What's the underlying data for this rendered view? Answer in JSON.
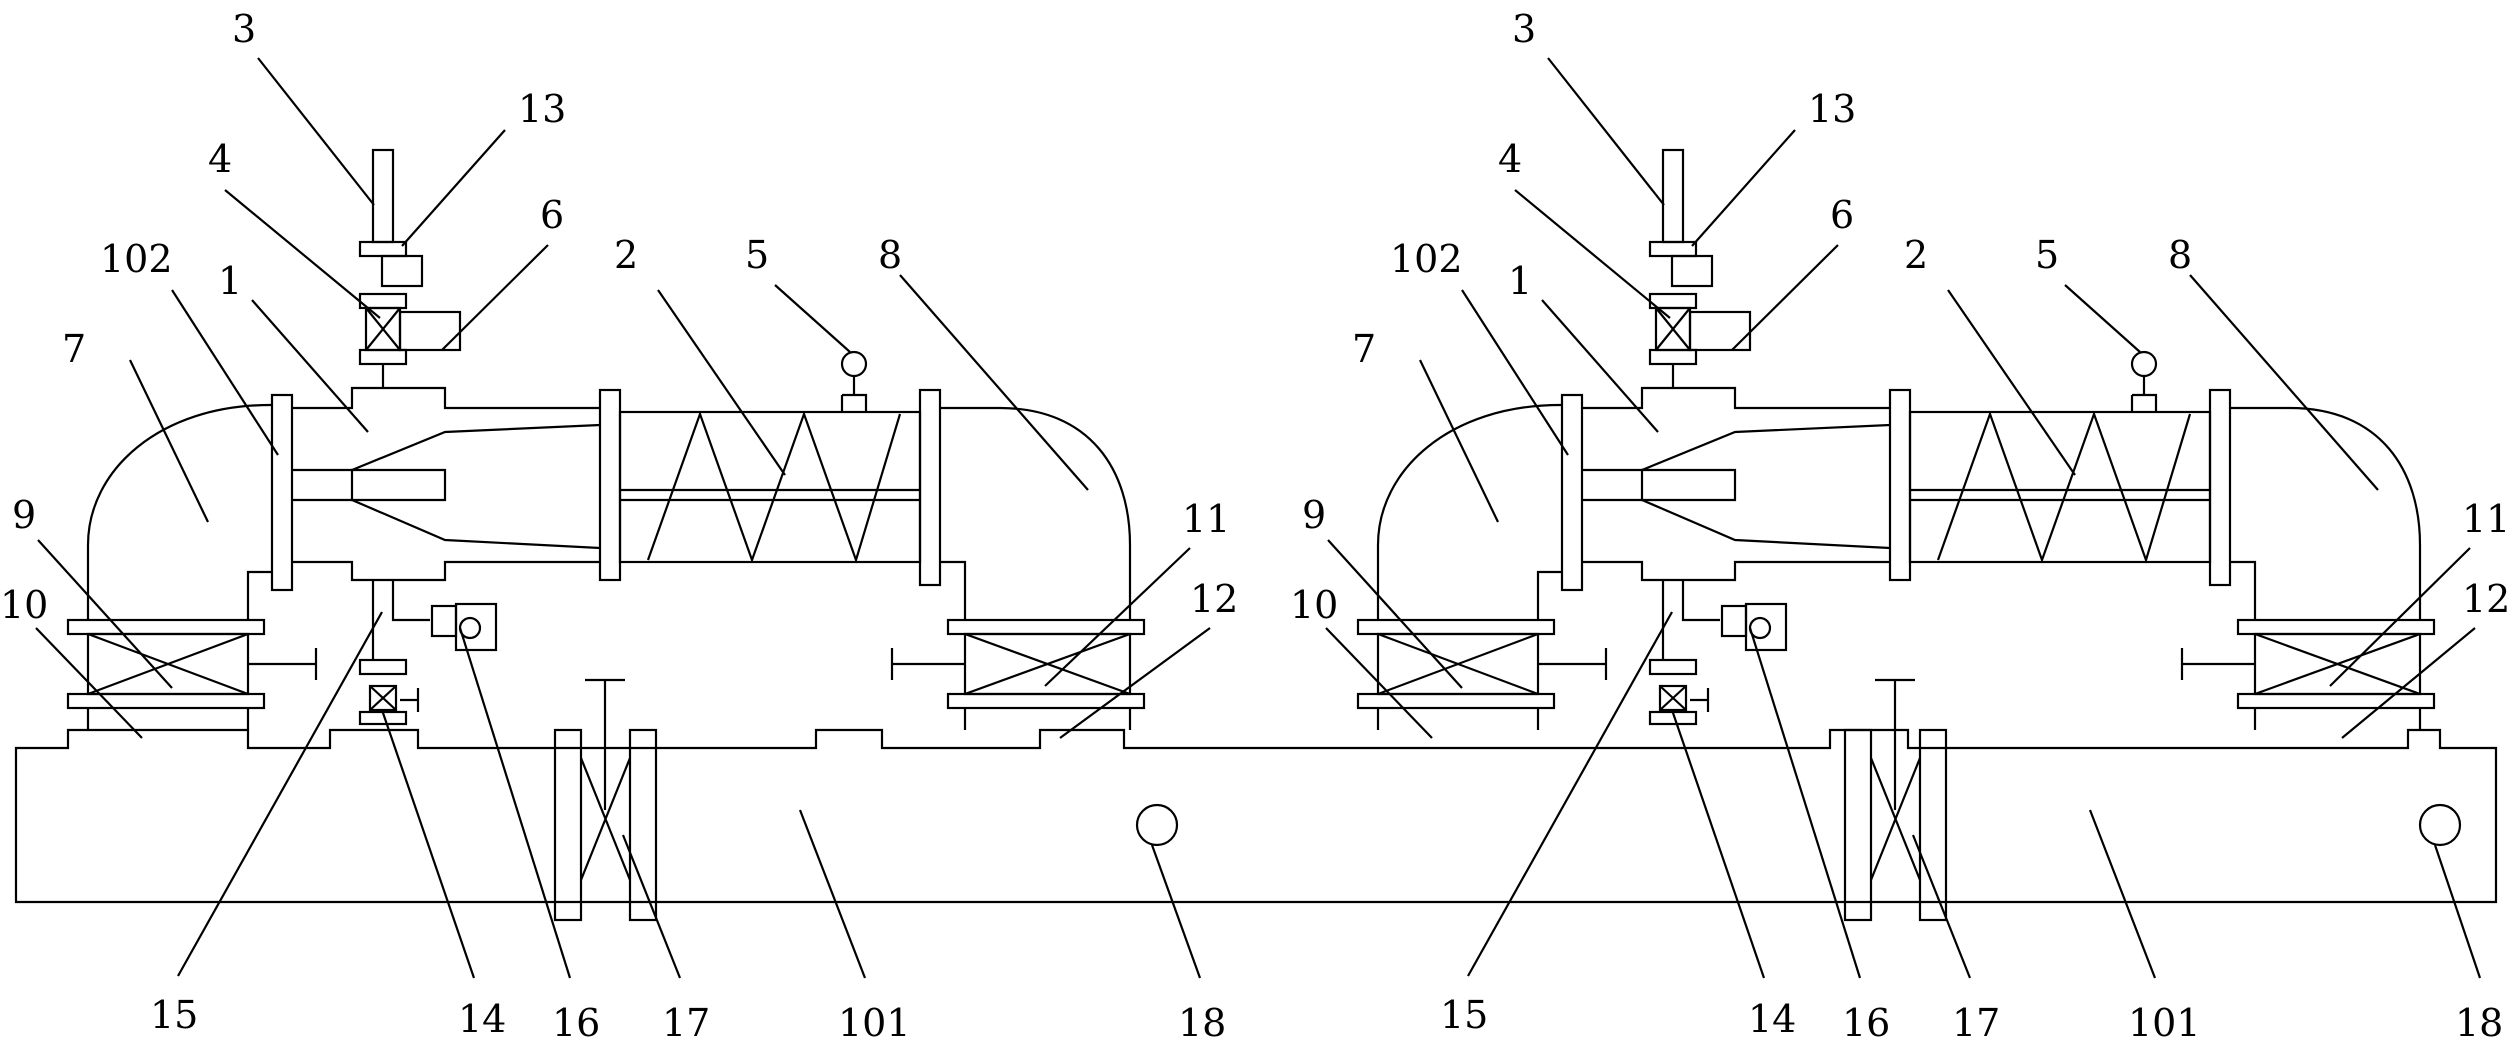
{
  "units": [
    {
      "id": "left",
      "labels": {
        "l1": "1",
        "l2": "2",
        "l3": "3",
        "l4": "4",
        "l5": "5",
        "l6": "6",
        "l7": "7",
        "l8": "8",
        "l9": "9",
        "l10": "10",
        "l11": "11",
        "l12": "12",
        "l13": "13",
        "l14": "14",
        "l15": "15",
        "l16": "16",
        "l17": "17",
        "l18": "18",
        "l101": "101",
        "l102": "102"
      }
    },
    {
      "id": "right",
      "labels": {
        "l1": "1",
        "l2": "2",
        "l3": "3",
        "l4": "4",
        "l5": "5",
        "l6": "6",
        "l7": "7",
        "l8": "8",
        "l9": "9",
        "l10": "10",
        "l11": "11",
        "l12": "12",
        "l13": "13",
        "l14": "14",
        "l15": "15",
        "l16": "16",
        "l17": "17",
        "l18": "18",
        "l101": "101",
        "l102": "102"
      }
    }
  ]
}
